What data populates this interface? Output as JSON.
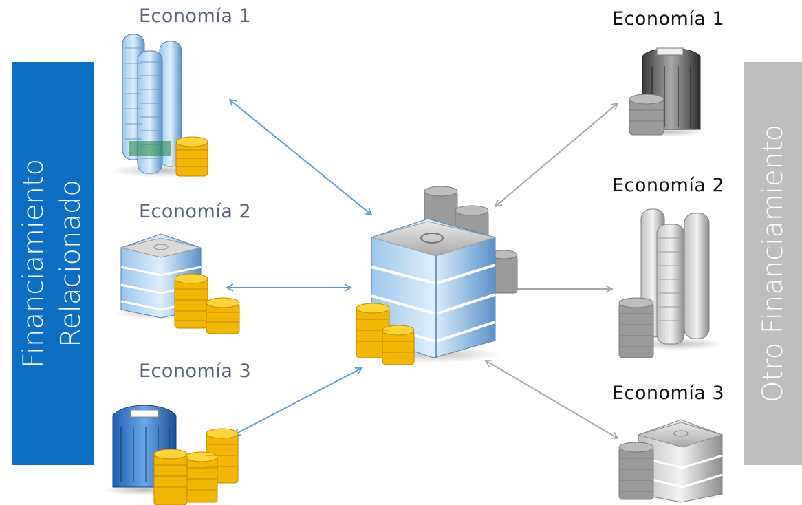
{
  "left_group": {
    "title_line1": "Financiamiento",
    "title_line2": "Relacionado",
    "color": "#0c6fc3",
    "nodes": [
      {
        "label": "Economía 1",
        "icon": "skyscrapers-with-coins-icon"
      },
      {
        "label": "Economía 2",
        "icon": "office-building-with-coins-icon"
      },
      {
        "label": "Economía 3",
        "icon": "hotel-with-coins-icon"
      }
    ]
  },
  "right_group": {
    "title": "Otro Financiamiento",
    "color": "#bdbdbd",
    "nodes": [
      {
        "label": "Economía 1",
        "icon": "grey-hotel-with-coins-icon"
      },
      {
        "label": "Economía 2",
        "icon": "grey-skyscrapers-with-coins-icon"
      },
      {
        "label": "Economía 3",
        "icon": "grey-office-building-with-coins-icon"
      }
    ]
  },
  "center": {
    "icon": "central-office-building-with-coins-icon"
  },
  "colors": {
    "left_arrows": "#5b9bd5",
    "right_arrows": "#a6a6a6",
    "coin_gold": "#f2b705",
    "coin_grey": "#9a9a9a"
  }
}
